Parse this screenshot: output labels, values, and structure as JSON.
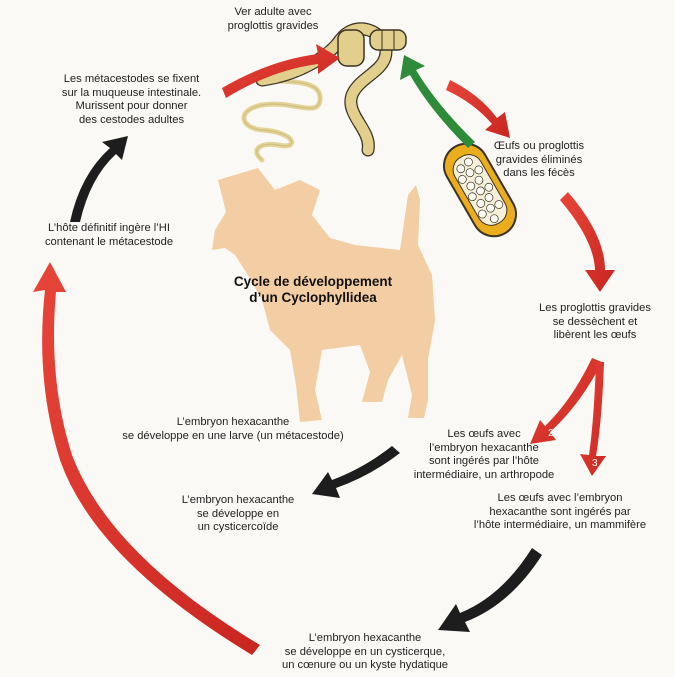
{
  "title": "Cycle de développement\nd’un Cyclophyllidea",
  "labels": {
    "adult_worm": "Ver adulte avec\nproglottis gravides",
    "eggs_in_feces": "Œufs ou proglottis\ngravides éliminés\ndans les fécès",
    "proglottids_dry": "Les proglottis gravides\nse dessèchent et\nlibèrent les œufs",
    "arthropod_host": "Les œufs avec\nl’embryon hexacanthe\nsont ingérés par l’hôte\nintermédiaire, un arthropode",
    "mammal_host": "Les œufs avec l’embryon\nhexacanthe sont ingérés par\nl’hôte intermédiaire, un mammifère",
    "cysticercus": "L’embryon hexacanthe\nse développe en un cysticerque,\nun cœnure ou un kyste hydatique",
    "cysticercoid": "L’embryon hexacanthe\nse développe en\nun cysticercoïde",
    "metacestode_larva": "L’embryon hexacanthe\nse développe en une larve (un métacestode)",
    "definitive_host": "L’hôte définitif ingère l’HI\ncontenant le métacestode",
    "metacestodes_attach": "Les métacestodes se fixent\nsur la muqueuse intestinale.\nMurissent pour donner\ndes cestodes adultes"
  },
  "branch_numbers": {
    "arthropod": "2",
    "mammal": "3"
  },
  "colors": {
    "red_arrow": "#d9332b",
    "black_arrow": "#1d1d1d",
    "green_arrow": "#2e8b3a",
    "dog": "#f3cda3",
    "worm": "#e2cf8e",
    "worm_outline": "#3b3322",
    "egg_capsule": "#e9ad1e"
  }
}
